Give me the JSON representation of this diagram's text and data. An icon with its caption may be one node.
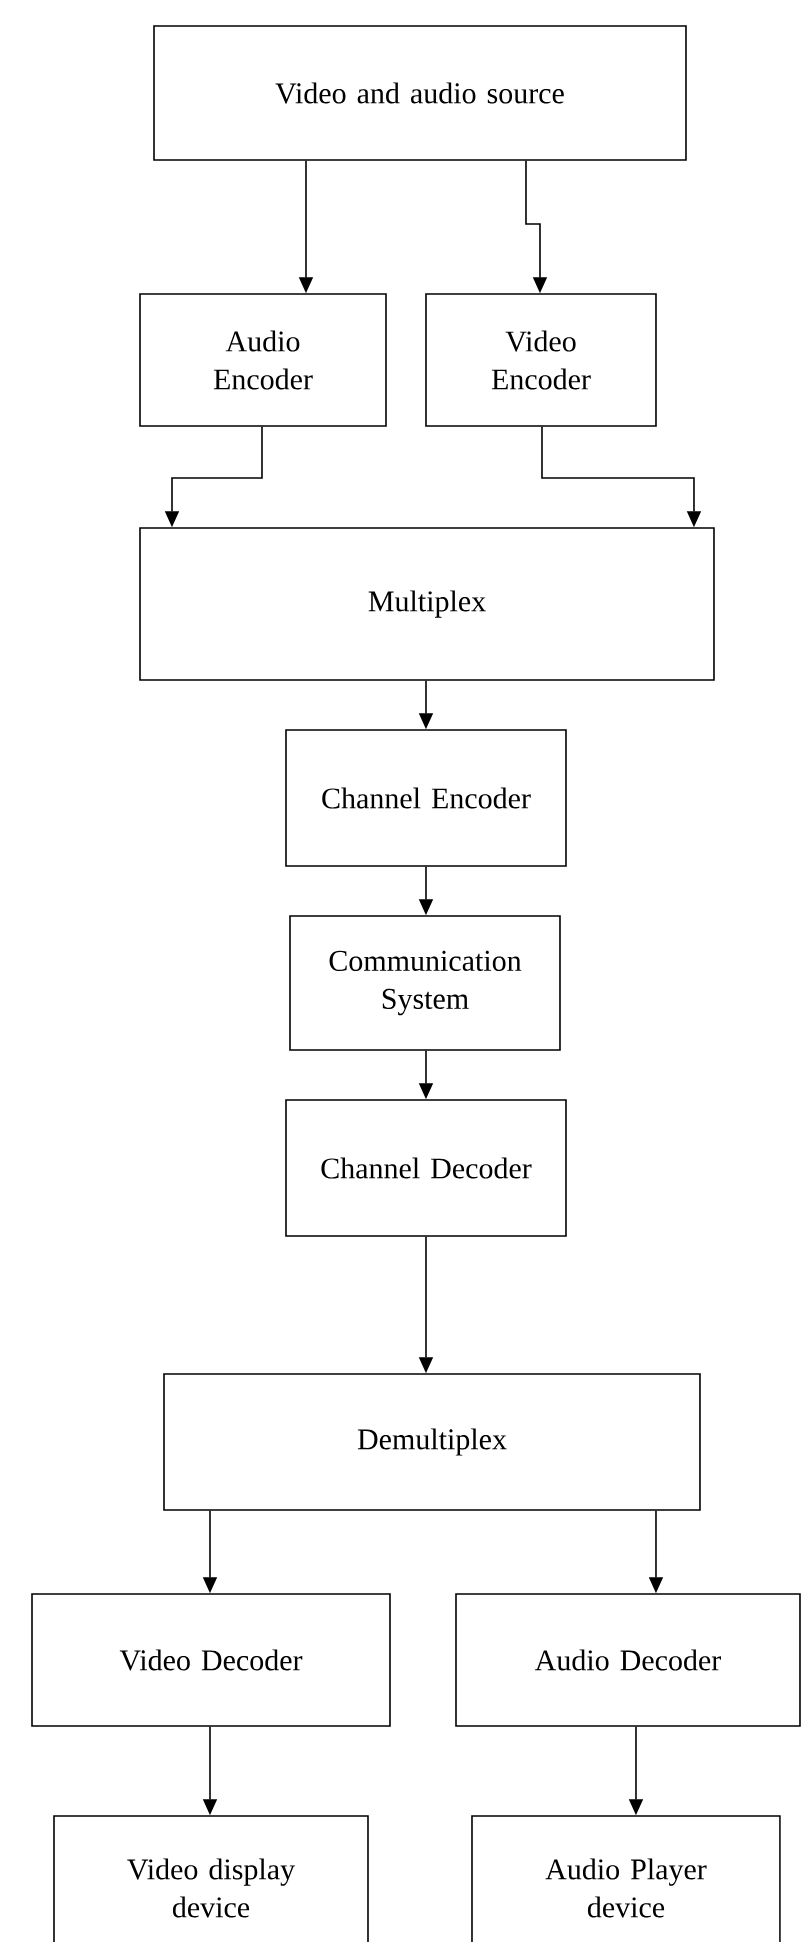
{
  "diagram": {
    "nodes": [
      {
        "text": [
          "Video and audio source"
        ]
      },
      {
        "text": [
          "Audio Encoder"
        ]
      },
      {
        "text": [
          "Video Encoder"
        ]
      },
      {
        "text": [
          "Multiplex"
        ]
      },
      {
        "text": [
          "Channel Encoder"
        ]
      },
      {
        "text": [
          "Communication System"
        ]
      },
      {
        "text": [
          "Channel Decoder"
        ]
      },
      {
        "text": [
          "Demultiplex"
        ]
      },
      {
        "text": [
          "Video Decoder"
        ]
      },
      {
        "text": [
          "Audio Decoder"
        ]
      },
      {
        "text": [
          "Video display device"
        ]
      },
      {
        "text": [
          "Audio Player device"
        ]
      }
    ],
    "edges": [
      {
        "from": 0,
        "to": 1,
        "arrow": "to"
      },
      {
        "from": 0,
        "to": 2,
        "arrow": "to"
      },
      {
        "from": 1,
        "to": 3,
        "arrow": "to"
      },
      {
        "from": 2,
        "to": 3,
        "arrow": "to"
      },
      {
        "from": 3,
        "to": 4,
        "arrow": "to"
      },
      {
        "from": 4,
        "to": 5,
        "arrow": "to"
      },
      {
        "from": 5,
        "to": 6,
        "arrow": "to"
      },
      {
        "from": 6,
        "to": 7,
        "arrow": "to"
      },
      {
        "from": 7,
        "to": 8,
        "arrow": "to"
      },
      {
        "from": 7,
        "to": 9,
        "arrow": "to"
      },
      {
        "from": 8,
        "to": 10,
        "arrow": "to"
      },
      {
        "from": 9,
        "to": 11,
        "arrow": "to"
      }
    ]
  }
}
